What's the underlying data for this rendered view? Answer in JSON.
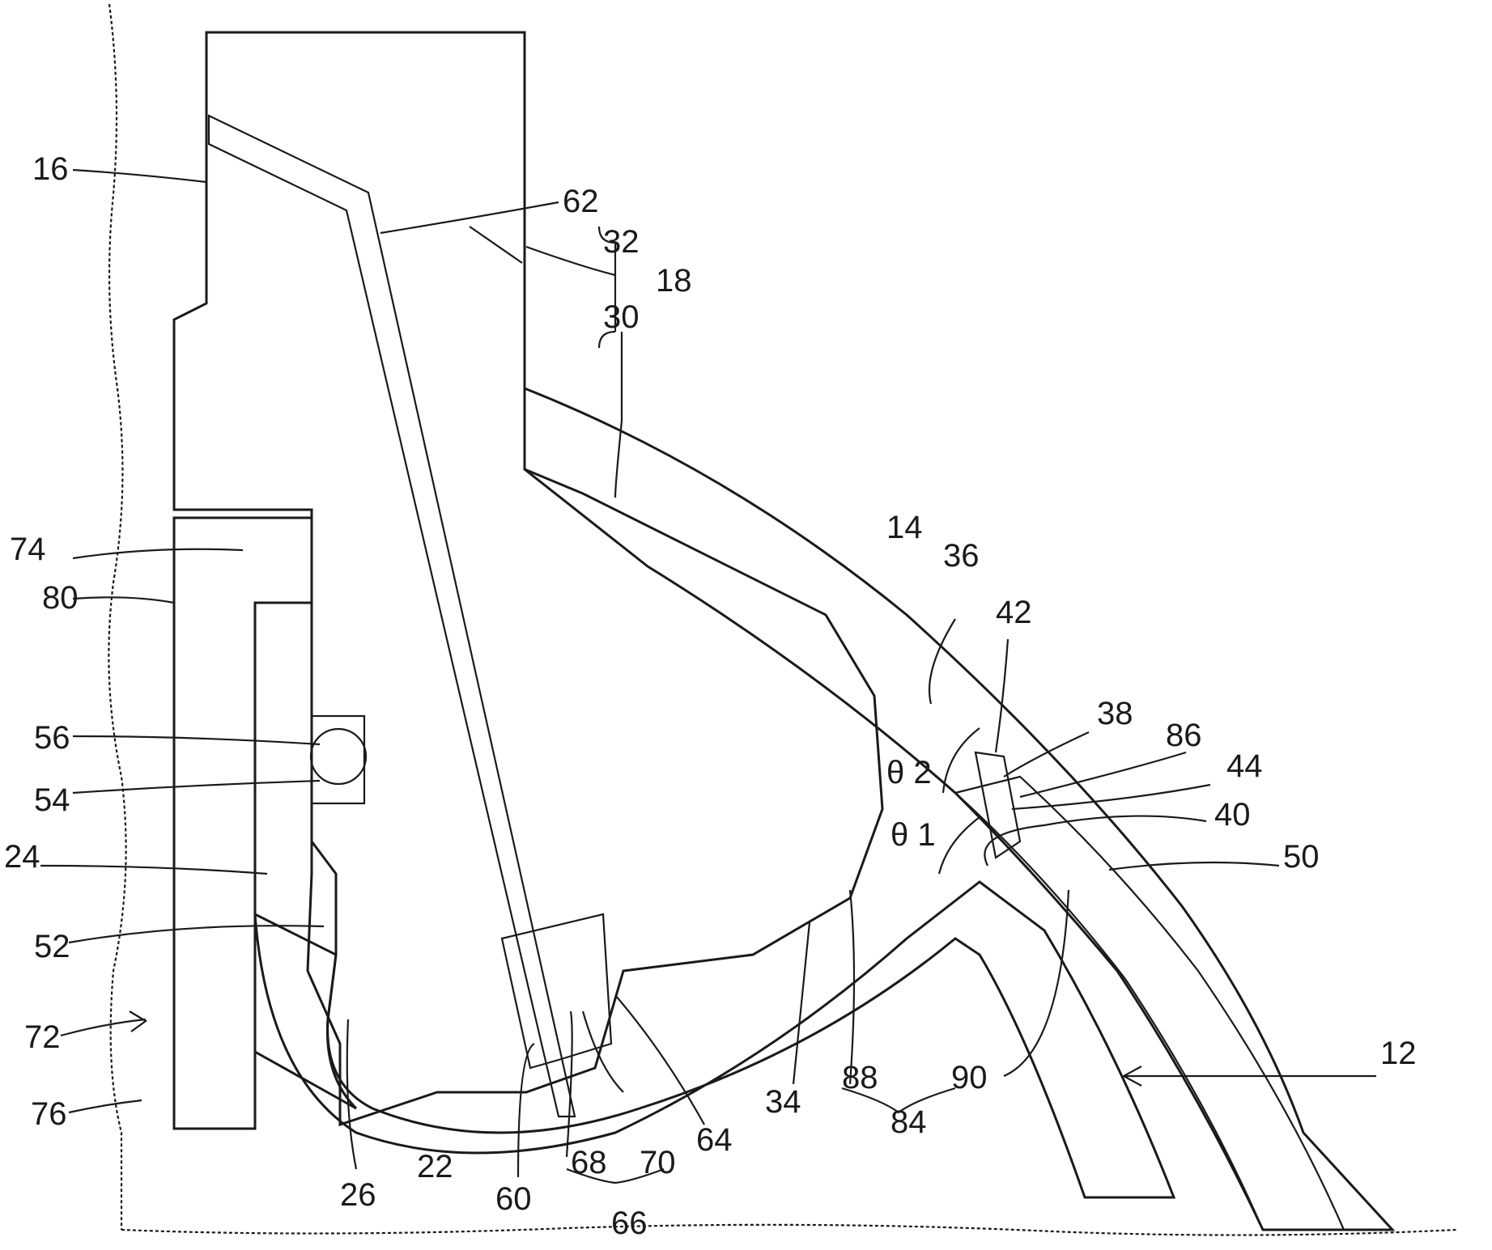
{
  "figure": {
    "labels": {
      "l16": "16",
      "l62": "62",
      "l32": "32",
      "l18": "18",
      "l30": "30",
      "l14": "14",
      "l36": "36",
      "l42": "42",
      "l38": "38",
      "l86": "86",
      "l44": "44",
      "l40": "40",
      "l50": "50",
      "l74": "74",
      "l80": "80",
      "l56": "56",
      "l54": "54",
      "l24": "24",
      "l52": "52",
      "l72": "72",
      "l76": "76",
      "l26": "26",
      "l22": "22",
      "l60": "60",
      "l68": "68",
      "l70": "70",
      "l66": "66",
      "l64": "64",
      "l34": "34",
      "l88": "88",
      "l84": "84",
      "l90": "90",
      "l12": "12",
      "theta2": "θ 2",
      "theta1": "θ 1"
    }
  }
}
